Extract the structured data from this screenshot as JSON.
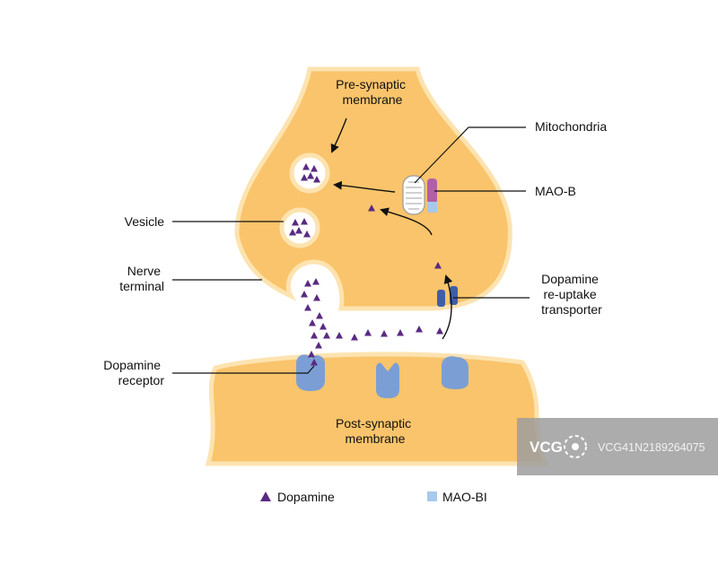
{
  "colors": {
    "membrane_fill": "#f9c46b",
    "membrane_edge": "#fde3b0",
    "dopamine": "#5a2a82",
    "receptor": "#7b9fd4",
    "mao_b": "#b25fa6",
    "mao_bi": "#a8c8ec",
    "transporter": "#3f5ea8",
    "watermark_bg": "#9e9e9e",
    "line": "#111111"
  },
  "labels": {
    "pre_synaptic": [
      "Pre-synaptic",
      "membrane"
    ],
    "post_synaptic": [
      "Post-synaptic",
      "membrane"
    ],
    "mitochondria": "Mitochondria",
    "mao_b": "MAO-B",
    "vesicle": "Vesicle",
    "nerve_terminal": [
      "Nerve",
      "terminal"
    ],
    "reuptake": [
      "Dopamine",
      "re-uptake",
      "transporter"
    ],
    "receptor": [
      "Dopamine",
      "receptor"
    ]
  },
  "legend": [
    {
      "symbol": "triangle",
      "color": "#5a2a82",
      "label": "Dopamine"
    },
    {
      "symbol": "square",
      "color": "#a8c8ec",
      "label": "MAO-BI"
    }
  ],
  "watermark": {
    "logo_text": "VCG",
    "id_text": "VCG41N2189264075"
  }
}
